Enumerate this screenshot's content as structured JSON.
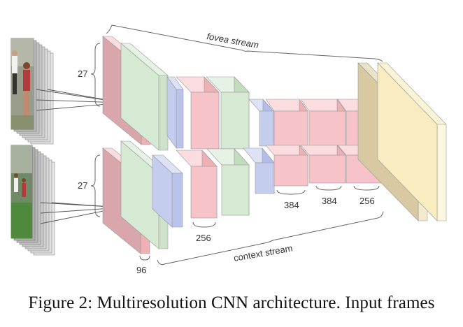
{
  "labels": {
    "fovea_stream": "fovea stream",
    "context_stream": "context stream",
    "fovea_input_size": "27",
    "context_input_size": "27",
    "conv1_depth": "96",
    "conv2_depth": "256",
    "conv3_depth": "384",
    "conv4_depth": "384",
    "conv5_depth": "256"
  },
  "caption": "Figure 2: Multiresolution CNN architecture. Input frames",
  "colors": {
    "conv_pink": "#f6c3c8",
    "norm_green": "#d6e9d2",
    "pool_blue": "#c5cdef",
    "fc_tan": "#d8c9a2",
    "fc_cream": "#f8ecc0",
    "bracket_gray": "#666666"
  }
}
